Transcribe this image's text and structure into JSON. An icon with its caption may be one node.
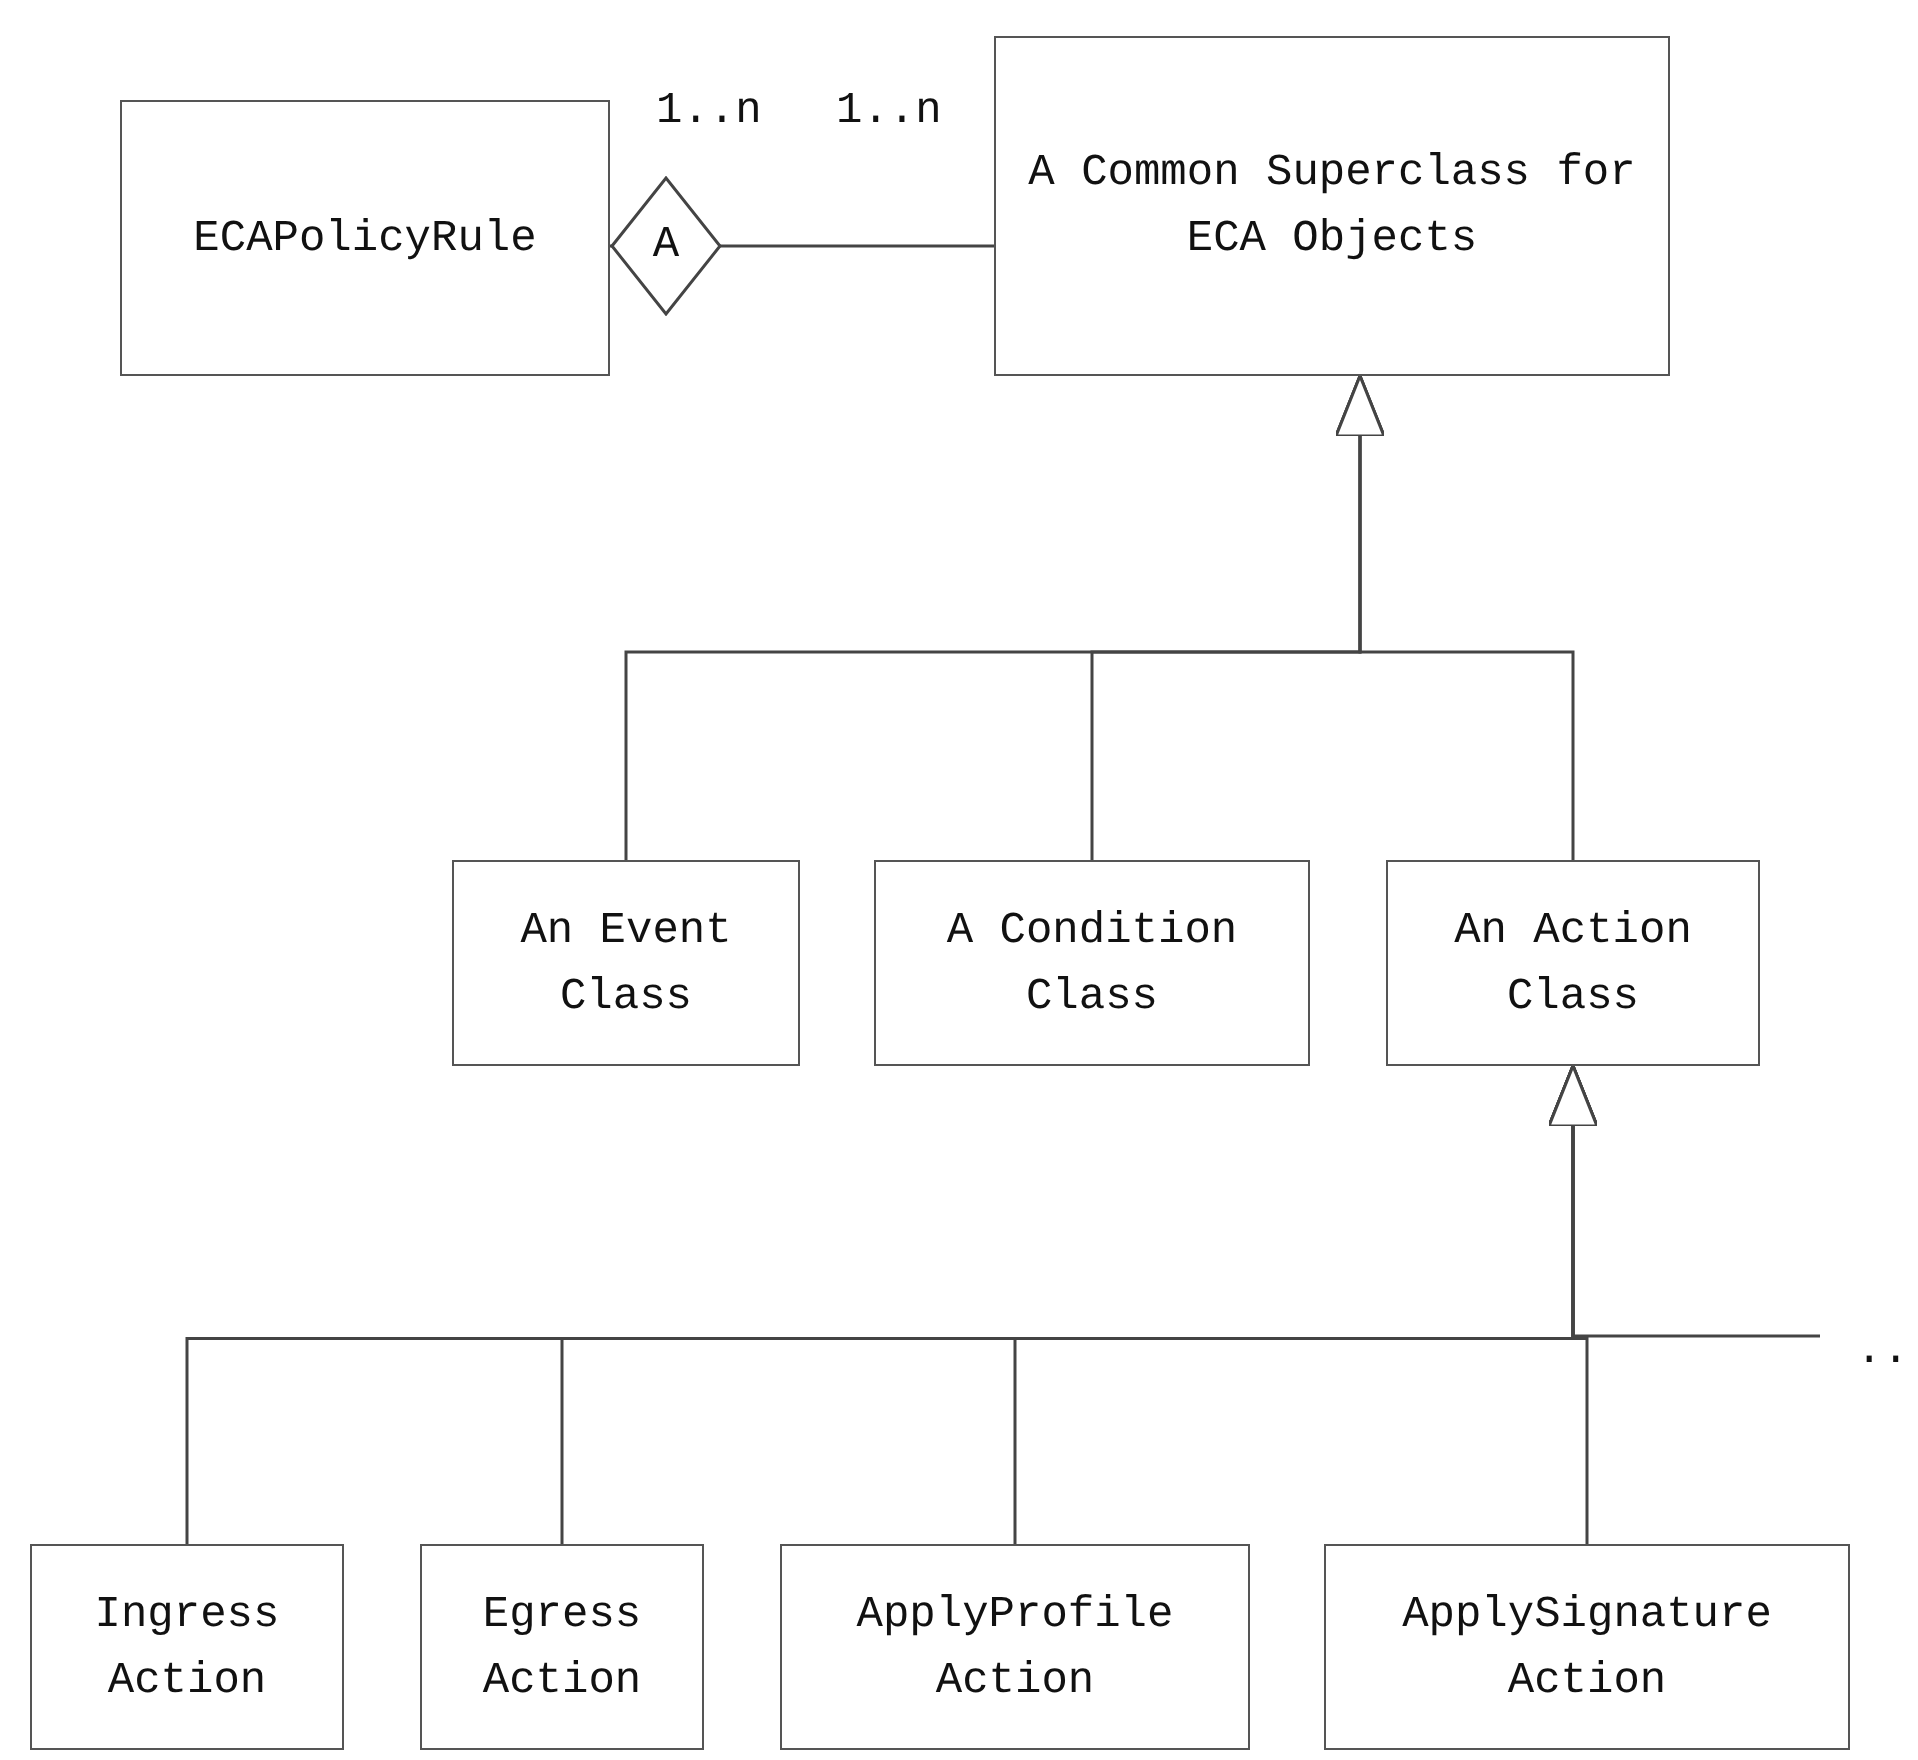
{
  "diagram": {
    "nodes": [
      {
        "text": [
          "ECAPolicyRule"
        ]
      },
      {
        "text": [
          "A Common Superclass for ECA Objects"
        ]
      },
      {
        "text": [
          "An Event Class"
        ]
      },
      {
        "text": [
          "A Condition Class"
        ]
      },
      {
        "text": [
          "An Action Class"
        ]
      },
      {
        "text": [
          "Ingress Action"
        ]
      },
      {
        "text": [
          "Egress Action"
        ]
      },
      {
        "text": [
          "ApplyProfile Action"
        ]
      },
      {
        "text": [
          "ApplySignature Action"
        ]
      }
    ],
    "edges": [
      {
        "from": 0,
        "to": 1,
        "arrow": "other",
        "label": "A"
      },
      {
        "from": 2,
        "to": 1,
        "arrow": "to"
      },
      {
        "from": 3,
        "to": 1,
        "arrow": "to"
      },
      {
        "from": 4,
        "to": 1,
        "arrow": "to"
      },
      {
        "from": 5,
        "to": 4,
        "arrow": "to"
      },
      {
        "from": 6,
        "to": 4,
        "arrow": "to"
      },
      {
        "from": 7,
        "to": 4,
        "arrow": "to"
      },
      {
        "from": 8,
        "to": 4,
        "arrow": "to"
      },
      {
        "from": null,
        "to": 4,
        "arrow": "to"
      }
    ],
    "labels": [
      "1..n",
      "1..n",
      ".."
    ]
  }
}
